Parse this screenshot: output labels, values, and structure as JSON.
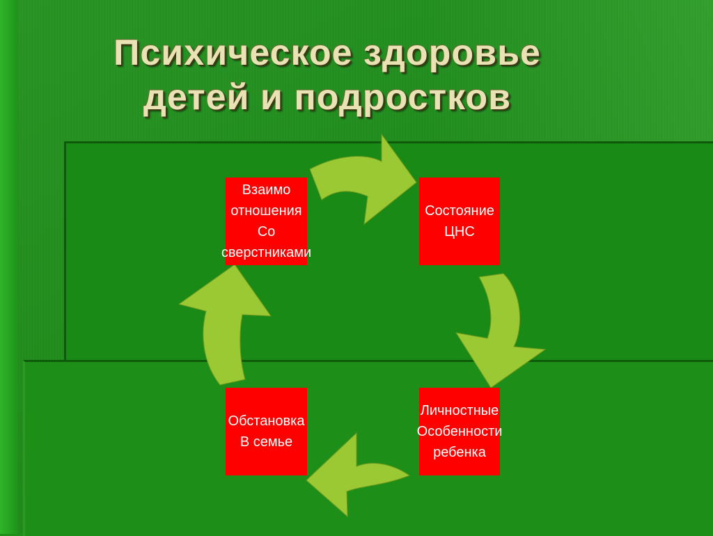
{
  "title": {
    "line1": "Психическое здоровье",
    "line2": "детей и подростков"
  },
  "nodes": {
    "top_left": {
      "lines": [
        "Взаимо",
        "отношения",
        "Со",
        "сверстниками"
      ]
    },
    "top_right": {
      "lines": [
        "Состояние",
        "ЦНС"
      ]
    },
    "bottom_right": {
      "lines": [
        "Личностные",
        "Особенности",
        "ребенка"
      ]
    },
    "bottom_left": {
      "lines": [
        "Обстановка",
        "В семье"
      ]
    }
  },
  "colors": {
    "background": "#1a8a16",
    "box": "#fe0000",
    "arrow": "#9bc934",
    "title_text": "#e8e2b4"
  }
}
